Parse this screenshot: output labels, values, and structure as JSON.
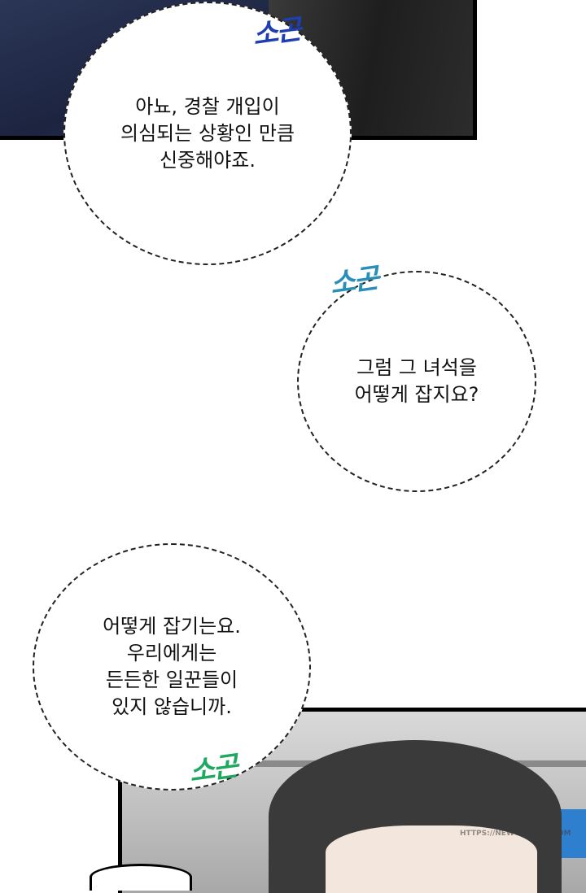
{
  "bubbles": [
    {
      "lines": [
        "아뇨, 경찰 개입이",
        "의심되는 상황인 만큼",
        "신중해야죠."
      ]
    },
    {
      "lines": [
        "그럼 그 녀석을",
        "어떻게 잡지요?"
      ]
    },
    {
      "lines": [
        "어떻게 잡기는요.",
        "우리에게는",
        "든든한 일꾼들이",
        "있지 않습니까."
      ]
    }
  ],
  "sfx": [
    {
      "text": "소곤",
      "color": "#1f3fb0"
    },
    {
      "text": "소곤",
      "color": "#2a8fb8"
    },
    {
      "text": "소곤",
      "color": "#1fa860"
    }
  ],
  "watermark": "HTTPS://NEWTOKI468.COM"
}
